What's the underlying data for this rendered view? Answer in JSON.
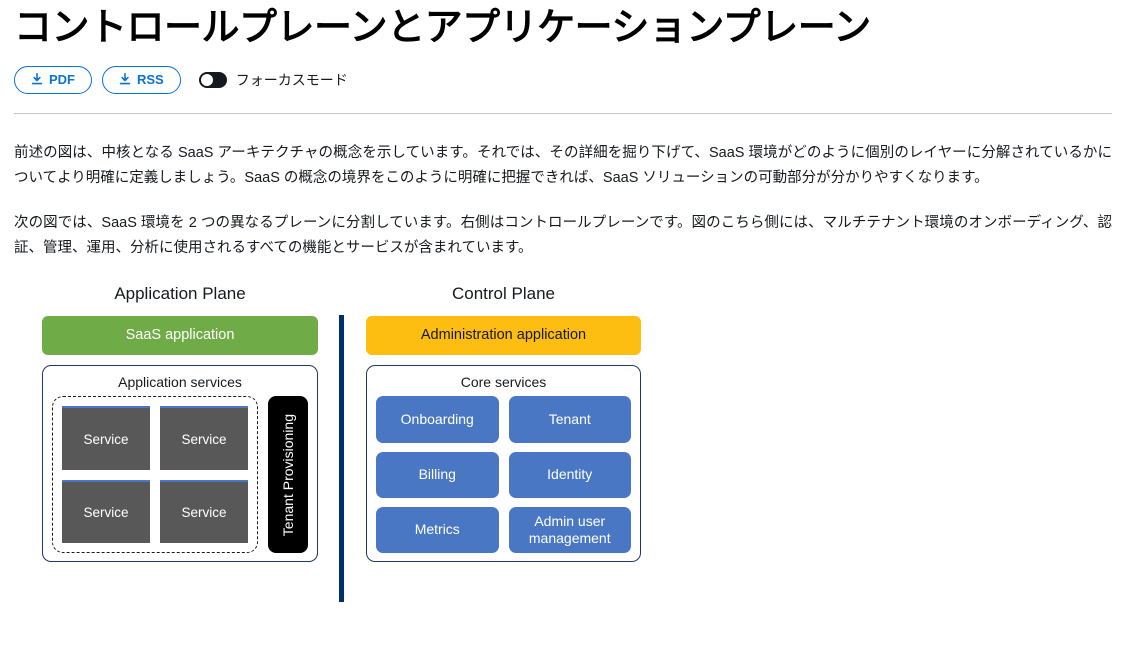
{
  "header": {
    "title": "コントロールプレーンとアプリケーションプレーン",
    "pdf_label": "PDF",
    "rss_label": "RSS",
    "focus_mode_label": "フォーカスモード",
    "focus_mode_state": "off",
    "accent_color": "#0972d3"
  },
  "body": {
    "paragraph_1": "前述の図は、中核となる SaaS アーキテクチャの概念を示しています。それでは、その詳細を掘り下げて、SaaS 環境がどのように個別のレイヤーに分解されているかについてより明確に定義しましょう。SaaS の概念の境界をこのように明確に把握できれば、SaaS ソリューションの可動部分が分かりやすくなります。",
    "paragraph_2": "次の図では、SaaS 環境を 2 つの異なるプレーンに分割しています。右側はコントロールプレーンです。図のこちら側には、マルチテナント環境のオンボーディング、認証、管理、運用、分析に使用されるすべての機能とサービスが含まれています。"
  },
  "diagram": {
    "divider_color": "#002e6d",
    "application_plane": {
      "title": "Application Plane",
      "banner_label": "SaaS application",
      "banner_color": "#6fab46",
      "box_caption": "Application services",
      "services": [
        {
          "label": "Service"
        },
        {
          "label": "Service"
        },
        {
          "label": "Service"
        },
        {
          "label": "Service"
        }
      ],
      "service_color": "#585858",
      "service_accent_color": "#4a77c4",
      "sidebar_label": "Tenant Provisioning",
      "sidebar_color": "#000000"
    },
    "control_plane": {
      "title": "Control Plane",
      "banner_label": "Administration application",
      "banner_color": "#febd11",
      "box_caption": "Core services",
      "core_services": [
        {
          "label": "Onboarding"
        },
        {
          "label": "Tenant"
        },
        {
          "label": "Billing"
        },
        {
          "label": "Identity"
        },
        {
          "label": "Metrics"
        },
        {
          "label": "Admin user management"
        }
      ],
      "core_service_color": "#4a77c4"
    }
  }
}
